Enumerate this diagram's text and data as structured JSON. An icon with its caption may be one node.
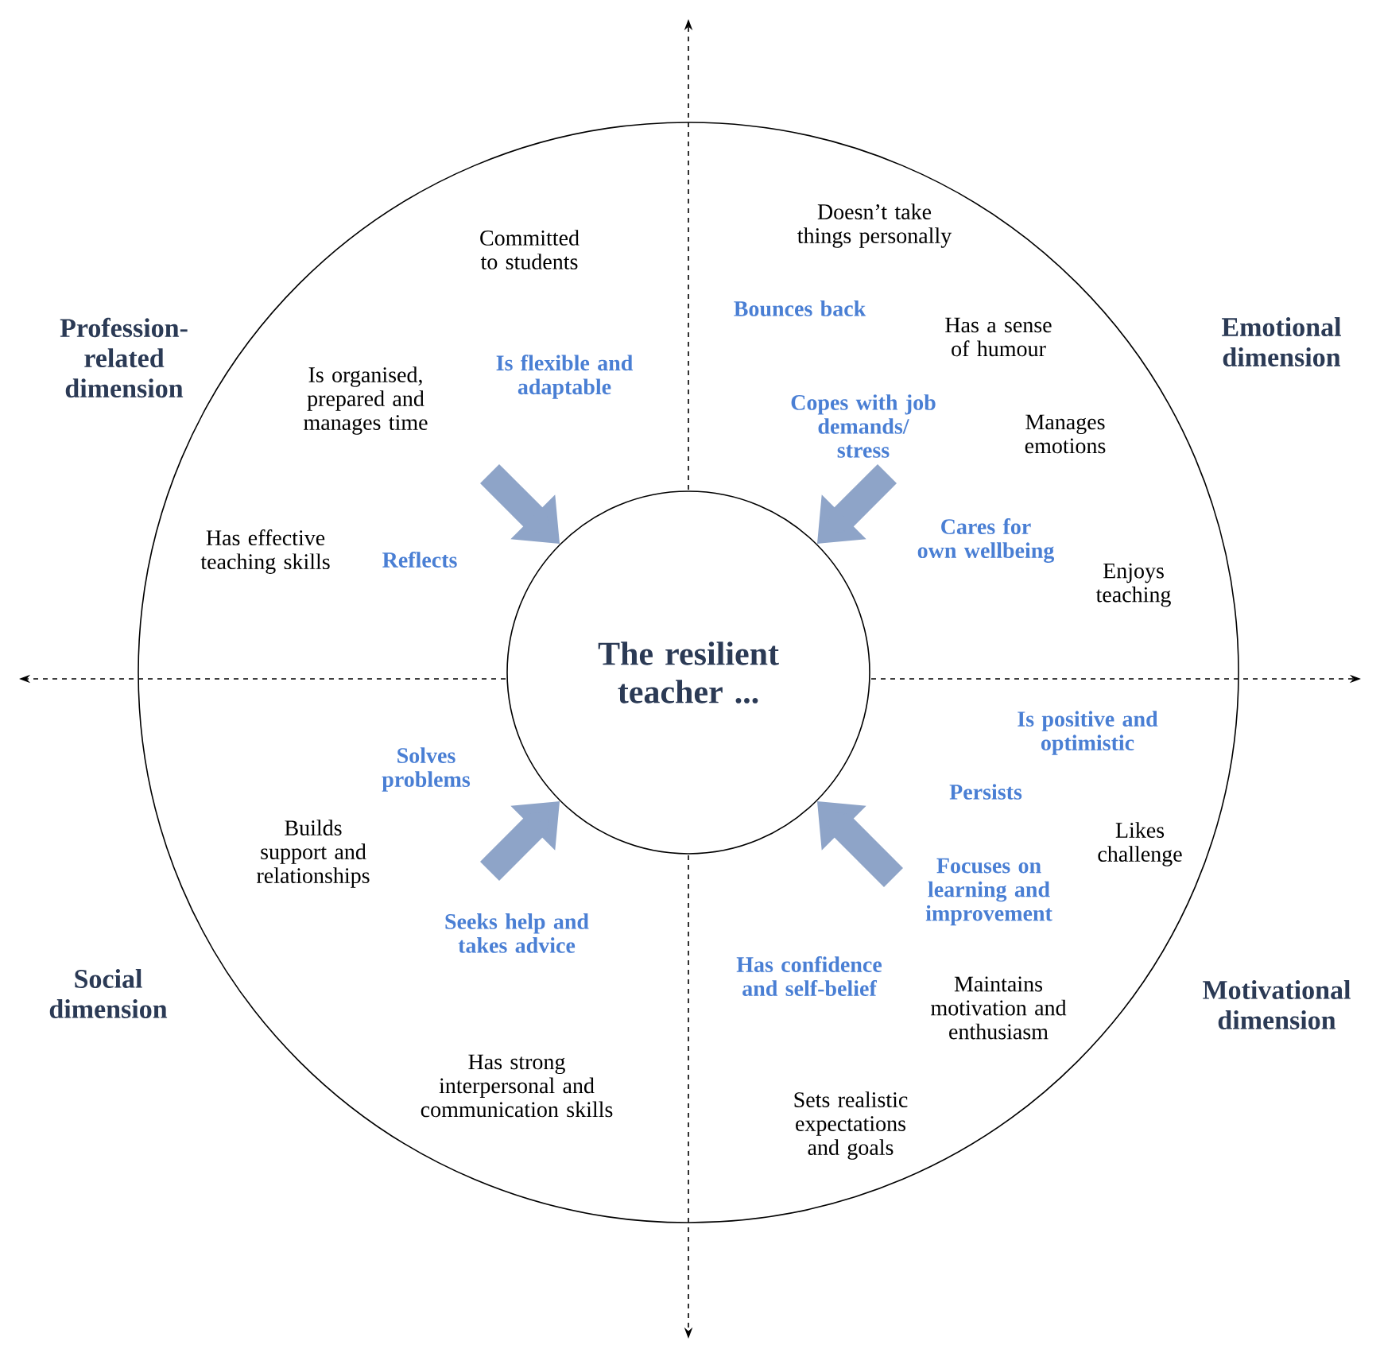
{
  "diagram": {
    "nodes": [
      {
        "text": [],
        "shape": "circle"
      },
      {
        "text": [
          "The resilient teacher ..."
        ],
        "in": 0
      }
    ],
    "edges": [
      {
        "from": null,
        "to": 1,
        "arrow": "to"
      },
      {
        "from": null,
        "to": 1,
        "arrow": "to"
      },
      {
        "from": null,
        "to": 1,
        "arrow": "to"
      },
      {
        "from": null,
        "to": 1,
        "arrow": "to"
      }
    ],
    "labels": [
      "Profession-related dimension",
      "Committed to students",
      "Doesn’t take things personally",
      "Bounces back",
      "Has a sense of humour",
      "Emotional dimension",
      "Is organised, prepared and manages time",
      "Is flexible and adaptable",
      "Copes with job demands/ stress",
      "Manages emotions",
      "Has effective teaching skills",
      "Reflects",
      "Cares for own wellbeing",
      "Enjoys teaching",
      "Is positive and optimistic",
      "Solves problems",
      "Persists",
      "Builds support and relationships",
      "Likes challenge",
      "Focuses on learning and improvement",
      "Seeks help and takes advice",
      "Social dimension",
      "Has confidence and self-belief",
      "Maintains motivation and enthusiasm",
      "Motivational dimension",
      "Has strong interpersonal and communication skills",
      "Sets realistic expectations and goals"
    ]
  }
}
